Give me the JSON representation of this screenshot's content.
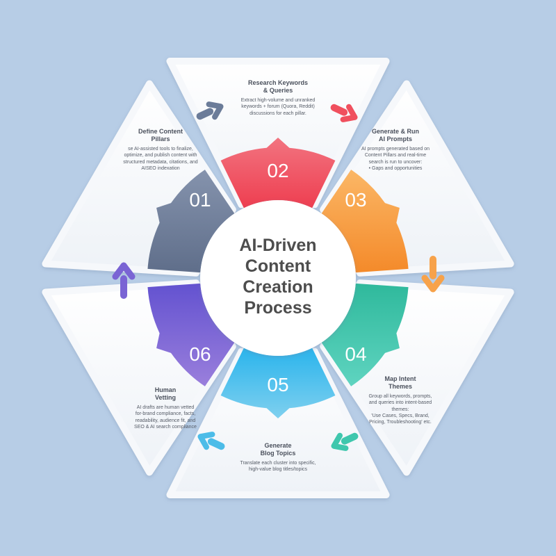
{
  "title": "AI-Driven\nContent\nCreation\nProcess",
  "colors": {
    "background": "#b7cde6",
    "step1": "#6b7c99",
    "step2": "#f0505e",
    "step3": "#f7a24a",
    "step4": "#3fc7ad",
    "step5": "#4cbce8",
    "step6": "#7a64d4"
  },
  "steps": [
    {
      "num": "01",
      "title": "Define Content\nPillars",
      "desc": "se AI-assisted tools to finalize,\noptimize, and publish content with\nstructured metadata, citations, and\nAISEO indexation"
    },
    {
      "num": "02",
      "title": "Research Keywords\n& Queries",
      "desc": "Extract high-volume and unranked\nkeywords + forum (Quora, Reddit)\ndiscussions for each pillar."
    },
    {
      "num": "03",
      "title": "Generate & Run\nAI Prompts",
      "desc": "AI prompts generated based on\nContent Pillars and real-time\nsearch is run to uncover:\n• Gaps and opportunities"
    },
    {
      "num": "04",
      "title": "Map Intent\nThemes",
      "desc": "Group all keywords, prompts,\nand queries into intent-based\nthemes:\n'Use Cases, Specs, Brand,\nPricing, Troubleshooting' etc."
    },
    {
      "num": "05",
      "title": "Generate\nBlog Topics",
      "desc": "Translate each cluster into specific,\nhigh-value blog titles/topics"
    },
    {
      "num": "06",
      "title": "Human\nVetting",
      "desc": "AI drafts are human vetted\nfor-brand compliance, facts,\nreadability, audience fit, and\nSEO & AI search compliance"
    }
  ],
  "icons": [
    "arrow-icon-1-2",
    "arrow-icon-2-3",
    "arrow-icon-3-4",
    "arrow-icon-4-5",
    "arrow-icon-5-6",
    "arrow-icon-6-1"
  ]
}
